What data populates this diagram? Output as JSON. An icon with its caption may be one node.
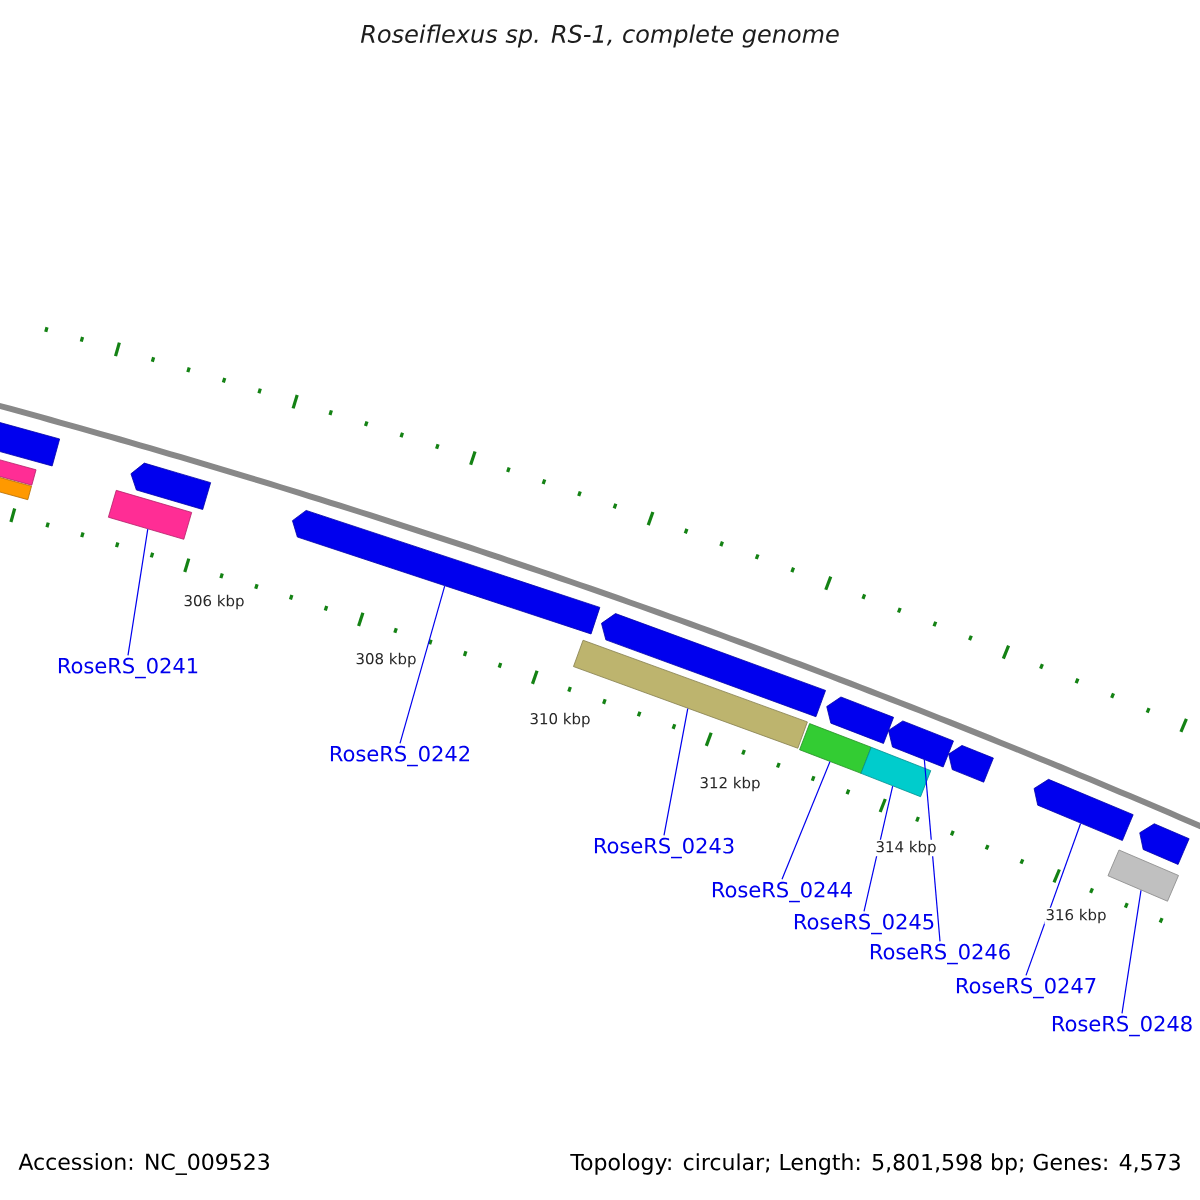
{
  "diagram": {
    "title": "Roseiflexus sp. RS-1, complete genome",
    "nodes": [
      {
        "text": [],
        "shape": "bar"
      },
      {
        "text": [],
        "shape": "bar"
      },
      {
        "text": [],
        "shape": "bar"
      },
      {
        "text": [],
        "shape": "bar"
      },
      {
        "text": [],
        "shape": "bar"
      },
      {
        "text": [],
        "shape": "bar"
      },
      {
        "text": [],
        "shape": "bar"
      },
      {
        "text": [],
        "shape": "bar"
      },
      {
        "text": [],
        "shape": "bar"
      },
      {
        "text": [],
        "shape": "bar"
      },
      {
        "text": [],
        "shape": "bar"
      },
      {
        "text": [],
        "shape": "bar"
      },
      {
        "text": [],
        "shape": "bar"
      },
      {
        "text": [],
        "shape": "bar"
      },
      {
        "text": [],
        "shape": "bar"
      },
      {
        "text": [],
        "shape": "bar"
      },
      {
        "text": [
          "RoseRS_0241"
        ]
      },
      {
        "text": [
          "RoseRS_0242"
        ]
      },
      {
        "text": [
          "RoseRS_0243"
        ]
      },
      {
        "text": [
          "RoseRS_0244"
        ]
      },
      {
        "text": [
          "RoseRS_0245"
        ]
      },
      {
        "text": [
          "RoseRS_0246"
        ]
      },
      {
        "text": [
          "RoseRS_0247"
        ]
      },
      {
        "text": [
          "RoseRS_0248"
        ]
      }
    ],
    "edges": [
      {
        "from": 16,
        "to": 4,
        "arrow": "none"
      },
      {
        "from": 17,
        "to": 5,
        "arrow": "none"
      },
      {
        "from": 18,
        "to": 6,
        "arrow": "none"
      },
      {
        "from": 19,
        "to": 9,
        "arrow": "none"
      },
      {
        "from": 20,
        "to": 10,
        "arrow": "none"
      },
      {
        "from": 21,
        "to": 11,
        "arrow": "none"
      },
      {
        "from": 22,
        "to": 13,
        "arrow": "none"
      },
      {
        "from": 23,
        "to": 14,
        "arrow": "none"
      }
    ],
    "labels": [
      "306 kbp",
      "308 kbp",
      "310 kbp",
      "312 kbp",
      "314 kbp",
      "316 kbp",
      "Accession: NC_009523",
      "Topology: circular; Length: 5,801,598 bp; Genes: 4,573"
    ]
  }
}
